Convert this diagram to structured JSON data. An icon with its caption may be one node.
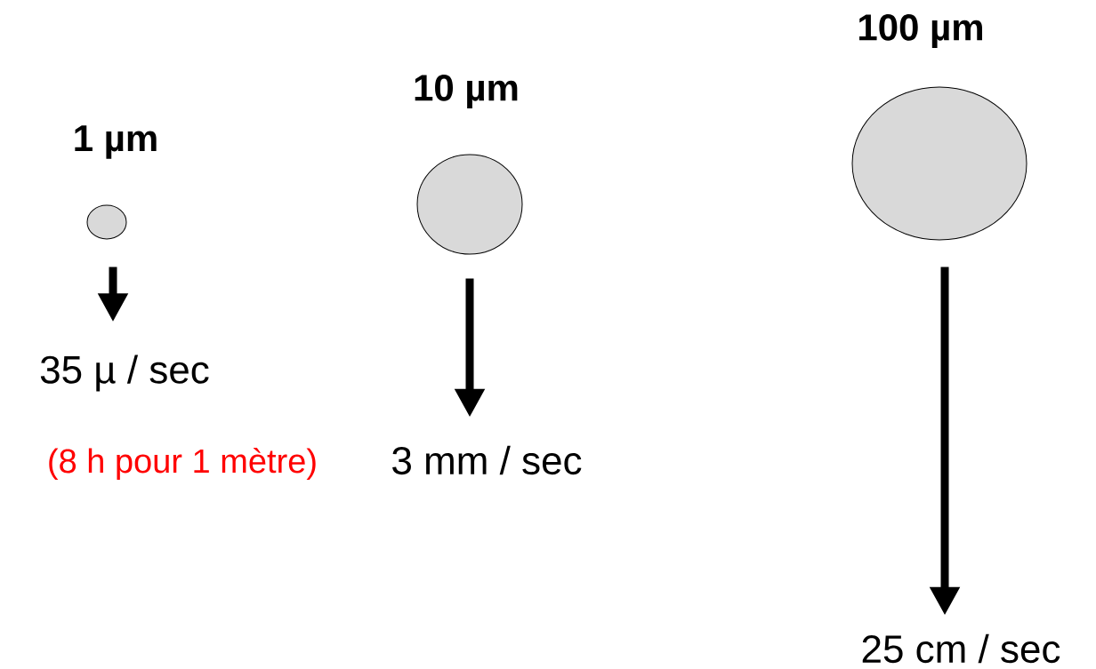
{
  "diagram": {
    "nodes": [
      {
        "text": [
          "1 µm"
        ]
      },
      {
        "text": [
          "10 µm"
        ]
      },
      {
        "text": [
          "100 µm"
        ]
      },
      {
        "text": [
          "35 µ / sec"
        ],
        "beside": [
          "(8 h pour 1 mètre)"
        ]
      },
      {
        "text": [
          "3 mm / sec"
        ]
      },
      {
        "text": [
          "25 cm / sec"
        ]
      }
    ],
    "edges": [
      {
        "from": 0,
        "to": 3,
        "arrow": "to"
      },
      {
        "from": 1,
        "to": 4,
        "arrow": "to"
      },
      {
        "from": 2,
        "to": 5,
        "arrow": "to"
      }
    ]
  }
}
